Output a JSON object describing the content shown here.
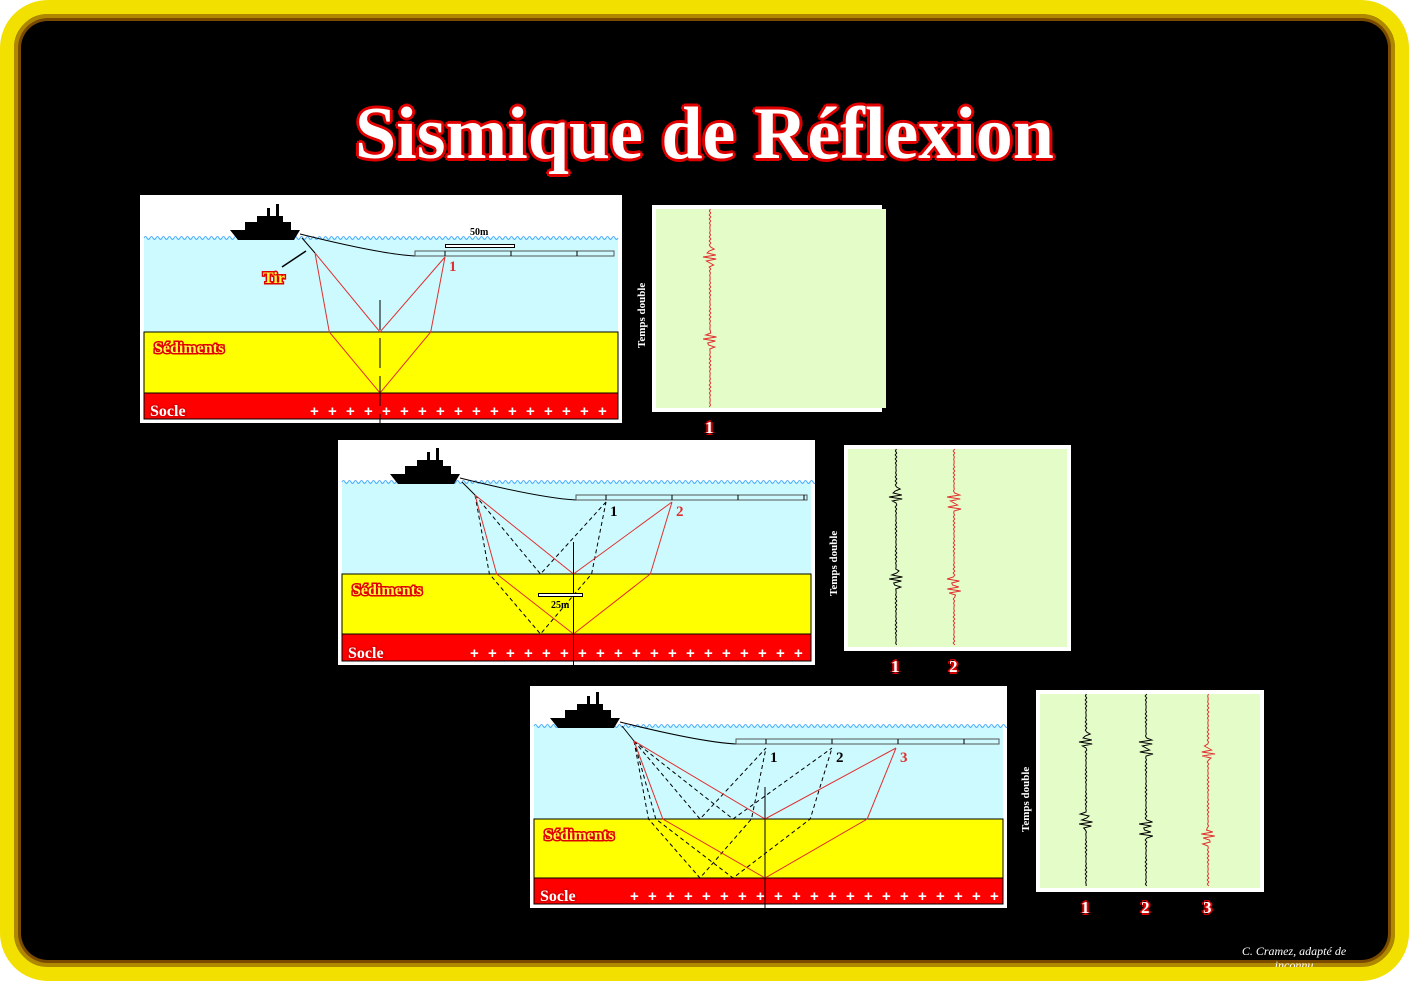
{
  "title": "Sismique de Réflexion",
  "labels": {
    "tir": "Tir",
    "sediments": "Sédiments",
    "socle": "Socle",
    "distance_50": "50m",
    "distance_25": "25m",
    "temps_double": "Temps double"
  },
  "panels": [
    {
      "receivers": [
        "1"
      ]
    },
    {
      "receivers": [
        "1",
        "2"
      ]
    },
    {
      "receivers": [
        "1",
        "2",
        "3"
      ]
    }
  ],
  "seismograms": [
    {
      "traces": [
        {
          "label": "1",
          "color": "#e03030"
        }
      ]
    },
    {
      "traces": [
        {
          "label": "1",
          "color": "#000000"
        },
        {
          "label": "2",
          "color": "#e03030"
        }
      ]
    },
    {
      "traces": [
        {
          "label": "1",
          "color": "#000000"
        },
        {
          "label": "2",
          "color": "#000000"
        },
        {
          "label": "3",
          "color": "#e03030"
        }
      ]
    }
  ],
  "colors": {
    "water": "#ccfaff",
    "sediments": "#ffff00",
    "socle": "#ff0000",
    "seismo_bg": "#e4fcc8",
    "ray": "#e03030"
  },
  "credit_line1": "C. Cramez, adapté de",
  "credit_line2": "inconnu"
}
